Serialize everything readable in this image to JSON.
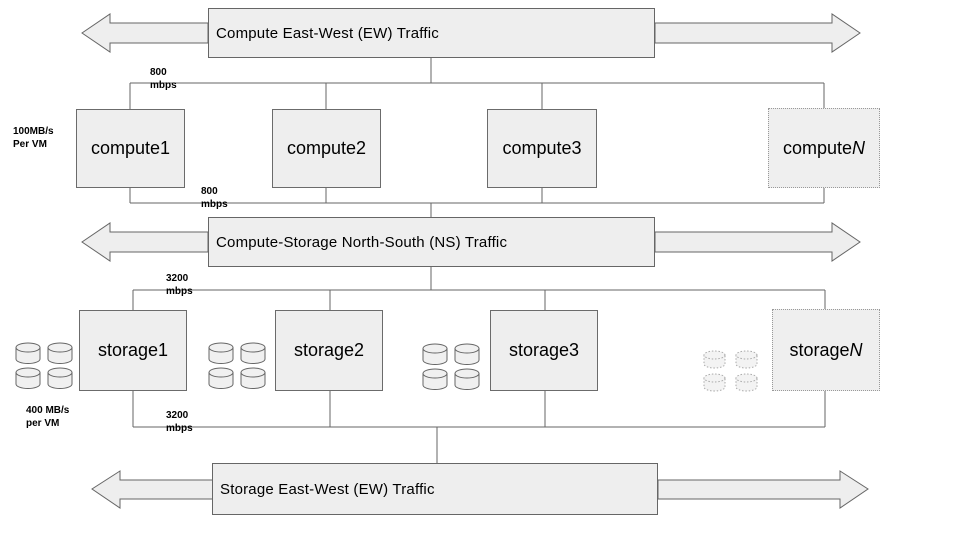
{
  "diagram": {
    "buses": {
      "compute_ew": {
        "title": "Compute East-West (EW) Traffic"
      },
      "ns": {
        "title": "Compute-Storage North-South (NS) Traffic"
      },
      "storage_ew": {
        "title": "Storage East-West (EW) Traffic"
      }
    },
    "links": {
      "compute_up": {
        "value": "800",
        "unit": "mbps"
      },
      "compute_down": {
        "value": "800",
        "unit": "mbps"
      },
      "storage_up": {
        "value": "3200",
        "unit": "mbps"
      },
      "storage_down": {
        "value": "3200",
        "unit": "mbps"
      }
    },
    "annotations": {
      "compute_rate": {
        "line1": "100MB/s",
        "line2": "Per VM"
      },
      "storage_rate": {
        "line1": "400 MB/s",
        "line2": "per VM"
      }
    },
    "nodes": {
      "compute": [
        {
          "label": "compute1",
          "italic": ""
        },
        {
          "label": "compute2",
          "italic": ""
        },
        {
          "label": "compute3",
          "italic": ""
        },
        {
          "label": "compute",
          "italic": "N"
        }
      ],
      "storage": [
        {
          "label": "storage1",
          "italic": ""
        },
        {
          "label": "storage2",
          "italic": ""
        },
        {
          "label": "storage3",
          "italic": ""
        },
        {
          "label": "storage",
          "italic": "N"
        }
      ]
    },
    "colors": {
      "box_fill": "#eeeeee",
      "box_border": "#666666",
      "connector_line": "#666666",
      "dashed_border": "#999999",
      "arrow_fill": "#eeeeee"
    }
  }
}
